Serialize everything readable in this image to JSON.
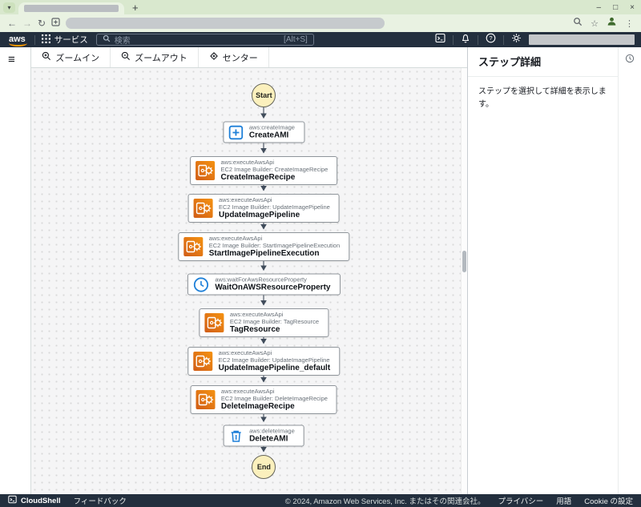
{
  "icons": {
    "tab_chevron": "▾",
    "new_tab": "+",
    "minimize": "–",
    "maximize": "□",
    "close": "×",
    "back": "←",
    "forward": "→",
    "reload": "↻",
    "star": "☆",
    "kebab": "⋮",
    "hamburger": "≡"
  },
  "aws_nav": {
    "logo": "aws",
    "services_label": "サービス",
    "search_placeholder": "検索",
    "search_shortcut": "[Alt+S]"
  },
  "toolbar": {
    "zoom_in_label": "ズームイン",
    "zoom_out_label": "ズームアウト",
    "center_label": "センター"
  },
  "step_panel": {
    "title": "ステップ詳細",
    "empty_message": "ステップを選択して詳細を表示します。"
  },
  "workflow": {
    "start_label": "Start",
    "end_label": "End",
    "nodes": [
      {
        "name": "CreateAMI",
        "api": "aws:createImage",
        "icon": "plus"
      },
      {
        "name": "CreateImageRecipe",
        "api": "aws:executeAwsApi",
        "resource": "EC2 Image Builder: CreateImageRecipe",
        "icon": "imagebuilder"
      },
      {
        "name": "UpdateImagePipeline",
        "api": "aws:executeAwsApi",
        "resource": "EC2 Image Builder: UpdateImagePipeline",
        "icon": "imagebuilder"
      },
      {
        "name": "StartImagePipelineExecution",
        "api": "aws:executeAwsApi",
        "resource": "EC2 Image Builder: StartImagePipelineExecution",
        "icon": "imagebuilder"
      },
      {
        "name": "WaitOnAWSResourceProperty",
        "api": "aws:waitForAwsResourceProperty",
        "icon": "clock"
      },
      {
        "name": "TagResource",
        "api": "aws:executeAwsApi",
        "resource": "EC2 Image Builder: TagResource",
        "icon": "imagebuilder"
      },
      {
        "name": "UpdateImagePipeline_default",
        "api": "aws:executeAwsApi",
        "resource": "EC2 Image Builder: UpdateImagePipeline",
        "icon": "imagebuilder"
      },
      {
        "name": "DeleteImageRecipe",
        "api": "aws:executeAwsApi",
        "resource": "EC2 Image Builder: DeleteImageRecipe",
        "icon": "imagebuilder"
      },
      {
        "name": "DeleteAMI",
        "api": "aws:deleteImage",
        "icon": "trash"
      }
    ]
  },
  "footer": {
    "cloudshell_label": "CloudShell",
    "feedback_label": "フィードバック",
    "copyright": "© 2024, Amazon Web Services, Inc. またはその関連会社。",
    "privacy_label": "プライバシー",
    "terms_label": "用語",
    "cookie_label": "Cookie の設定"
  },
  "colors": {
    "nav_bg": "#232f3e",
    "aws_orange": "#ff9900",
    "icon_blue": "#1d7fd8",
    "node_orange_start": "#f59311",
    "node_orange_end": "#d05c17",
    "start_end_fill": "#fbf0bd",
    "canvas_dot": "#d9d9d9"
  }
}
